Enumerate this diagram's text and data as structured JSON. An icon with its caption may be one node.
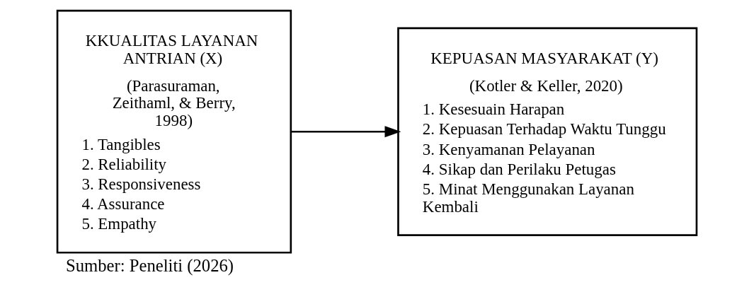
{
  "diagram": {
    "caption": "Sumber: Peneliti (2026)",
    "nodes": [
      {
        "text": [
          "KKUALITAS LAYANAN ANTRIAN (X)",
          "(Parasuraman, Zeithaml, & Berry, 1998)",
          "1. Tangibles",
          "2. Reliability",
          "3. Responsiveness",
          "4. Assurance",
          "5. Empathy"
        ]
      },
      {
        "text": [
          "KEPUASAN MASYARAKAT (Y)",
          "(Kotler & Keller, 2020)",
          "1. Kesesuain Harapan",
          "2. Kepuasan Terhadap Waktu Tunggu",
          "3. Kenyamanan Pelayanan",
          "4. Sikap dan Perilaku Petugas",
          "5. Minat Menggunakan Layanan Kembali"
        ]
      }
    ],
    "edges": [
      {
        "from": 0,
        "to": 1,
        "arrow": "to"
      }
    ]
  }
}
